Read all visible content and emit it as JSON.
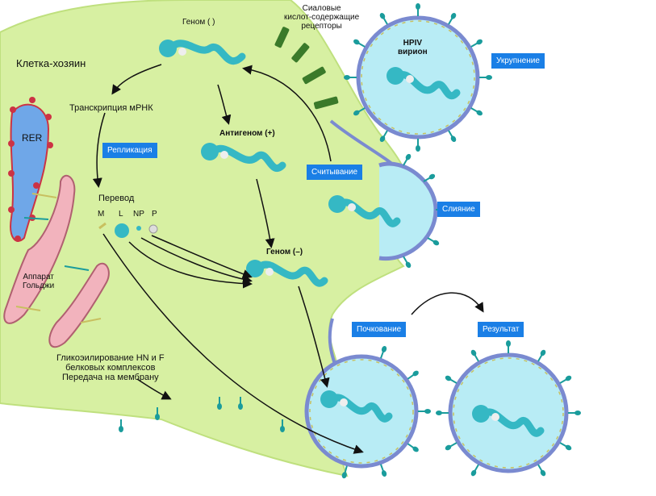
{
  "labels": {
    "host_cell": "Клетка-хозяин",
    "sialic_receptors": [
      "Сиаловые",
      "кислот-содержащие",
      "рецепторы"
    ],
    "hpiv_virion": [
      "HPIV",
      "вирион"
    ],
    "genome_top": "Геном (  )",
    "transcription": "Транскрипция мРНК",
    "antigenome": "Антигеном (+)",
    "genome_minus": "Геном (–)",
    "translation": "Перевод",
    "proteins": [
      "M",
      "L",
      "NP",
      "P"
    ],
    "rer": "RER",
    "golgi": [
      "Аппарат",
      "Гольджи"
    ],
    "glyco": [
      "Гликоэилирование HN и F",
      "белковых комплексов",
      "Передача на мембрану"
    ]
  },
  "boxes": {
    "enlarge": "Укрупнение",
    "replication": "Репликация",
    "reading": "Считывание",
    "fusion": "Слияние",
    "budding": "Почкование",
    "result": "Результат"
  },
  "colors": {
    "cell": "#d7f0a2",
    "cell_edge": "#bfe07e",
    "virion_fill": "#b8ecf5",
    "membrane": "#7a8ad0",
    "spike": "#1a9c9c",
    "rna": "#35b8c4",
    "box": "#1a7fe6",
    "rer": "#6fa7e8",
    "golgi": "#f2b3bd",
    "receptor": "#3a7a2a"
  }
}
